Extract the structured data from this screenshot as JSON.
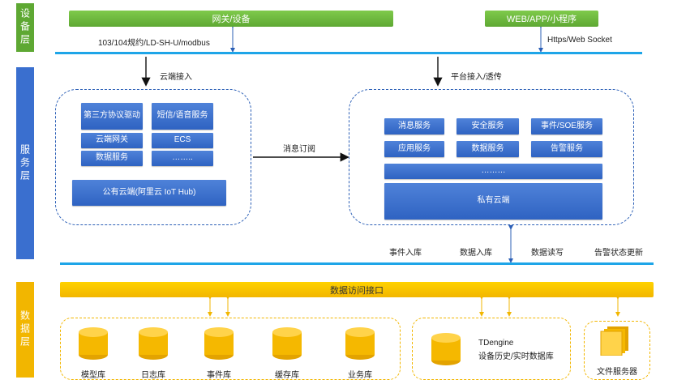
{
  "layers": {
    "device": "设备层",
    "service": "服务层",
    "data": "数据层"
  },
  "device": {
    "gateway": "网关/设备",
    "web_app": "WEB/APP/小程序",
    "protocol": "103/104规约/LD-SH-U/modbus",
    "https": "Https/Web Socket"
  },
  "service": {
    "cloud_access": "云端接入",
    "platform_access": "平台接入/透传",
    "msg_subscribe": "消息订阅",
    "public_cloud": {
      "third_party": "第三方协议驱动",
      "sms_voice": "短信/语音服务",
      "cloud_gateway": "云端网关",
      "ecs": "ECS",
      "data_service": "数据服务",
      "ellipsis": "……..",
      "main": "公有云端(阿里云 IoT Hub)"
    },
    "private_cloud": {
      "message": "消息服务",
      "security": "安全服务",
      "event_soe": "事件/SOE服务",
      "application": "应用服务",
      "data": "数据服务",
      "alarm": "告警服务",
      "ellipsis": "………",
      "main": "私有云端"
    },
    "bottom_labels": {
      "event_store": "事件入库",
      "data_store": "数据入库",
      "data_rw": "数据读写",
      "alarm_update": "告警状态更新"
    }
  },
  "data_layer": {
    "access_interface": "数据访问接口",
    "dbs": [
      "模型库",
      "日志库",
      "事件库",
      "缓存库",
      "业务库"
    ],
    "tdengine_name": "TDengine",
    "tdengine_desc": "设备历史/实时数据库",
    "file_server": "文件服务器"
  },
  "colors": {
    "green": "#5ea833",
    "blue": "#2f63c2",
    "yellow": "#f2b600",
    "line": "#1ea5e8"
  }
}
